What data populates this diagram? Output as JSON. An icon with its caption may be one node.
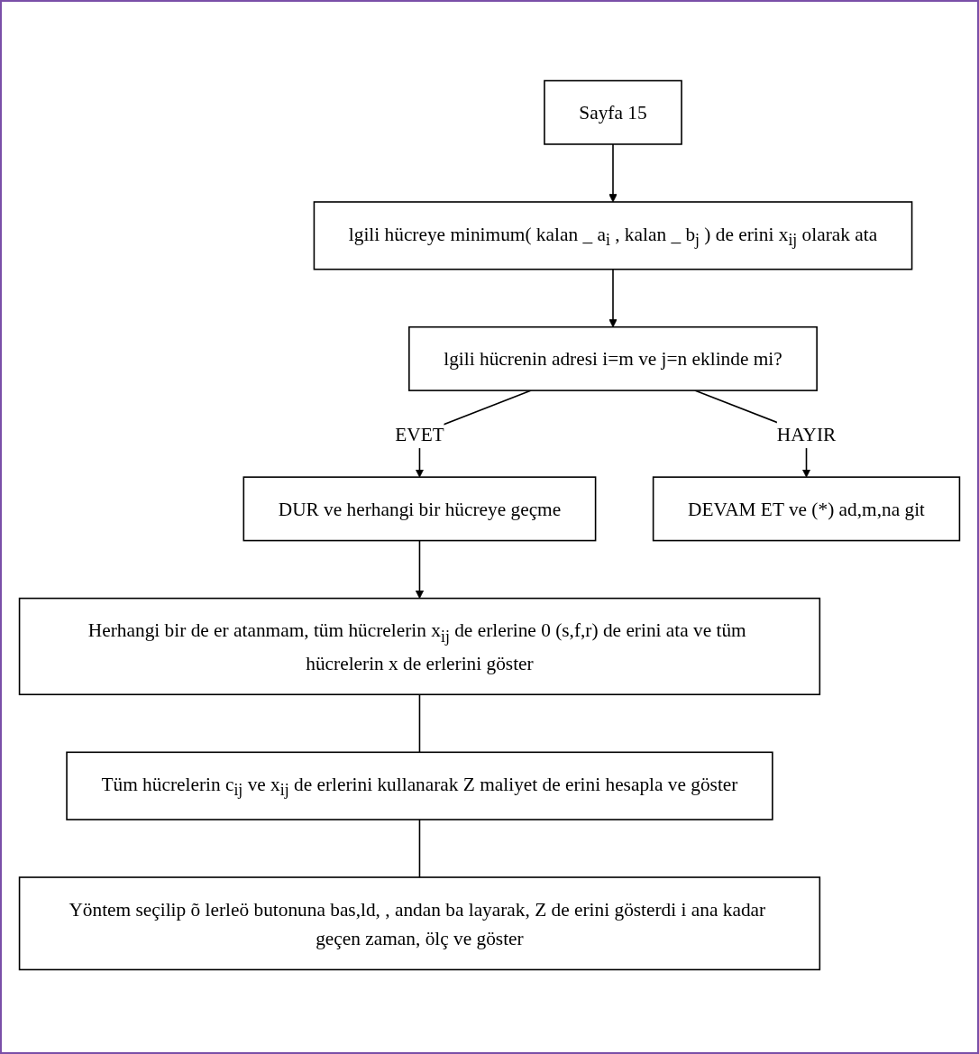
{
  "diagram": {
    "nodes": [
      {
        "text": [
          "Sayfa 15"
        ]
      },
      {
        "text": [
          "lgili hücreye minimum( kalan _ a$_{i}$ , kalan _ b$_{j}$ ) de erini x$_{ij}$ olarak ata"
        ]
      },
      {
        "text": [
          "lgili hücrenin adresi i=m ve j=n eklinde mi?"
        ]
      },
      {
        "text": [
          "DUR ve herhangi bir hücreye geçme"
        ]
      },
      {
        "text": [
          "DEVAM ET ve (*) ad,m,na git"
        ]
      },
      {
        "text": [
          "Herhangi bir de er atanmam, tüm hücrelerin x$_{ij}$ de erlerine 0 (s,f,r) de erini ata ve tüm hücrelerin x de erlerini göster"
        ]
      },
      {
        "text": [
          "Tüm hücrelerin c$_{ij}$ ve x$_{ij}$ de erlerini kullanarak Z maliyet de erini hesapla ve göster"
        ]
      },
      {
        "text": [
          "Yöntem seçilip õ lerleö butonuna bas,ld, , andan ba layarak, Z de erini gösterdi i ana kadar geçen zaman, ölç ve göster"
        ]
      }
    ],
    "edges": [
      {
        "from": 0,
        "to": 1,
        "arrow": "to"
      },
      {
        "from": 1,
        "to": 2,
        "arrow": "to"
      },
      {
        "from": 2,
        "to": 3,
        "arrow": "to",
        "label": "EVET"
      },
      {
        "from": 2,
        "to": 4,
        "arrow": "to",
        "label": "HAYIR"
      },
      {
        "from": 3,
        "to": 5,
        "arrow": "to"
      },
      {
        "from": 5,
        "to": 6,
        "arrow": "none"
      },
      {
        "from": 6,
        "to": 7,
        "arrow": "none"
      }
    ]
  }
}
